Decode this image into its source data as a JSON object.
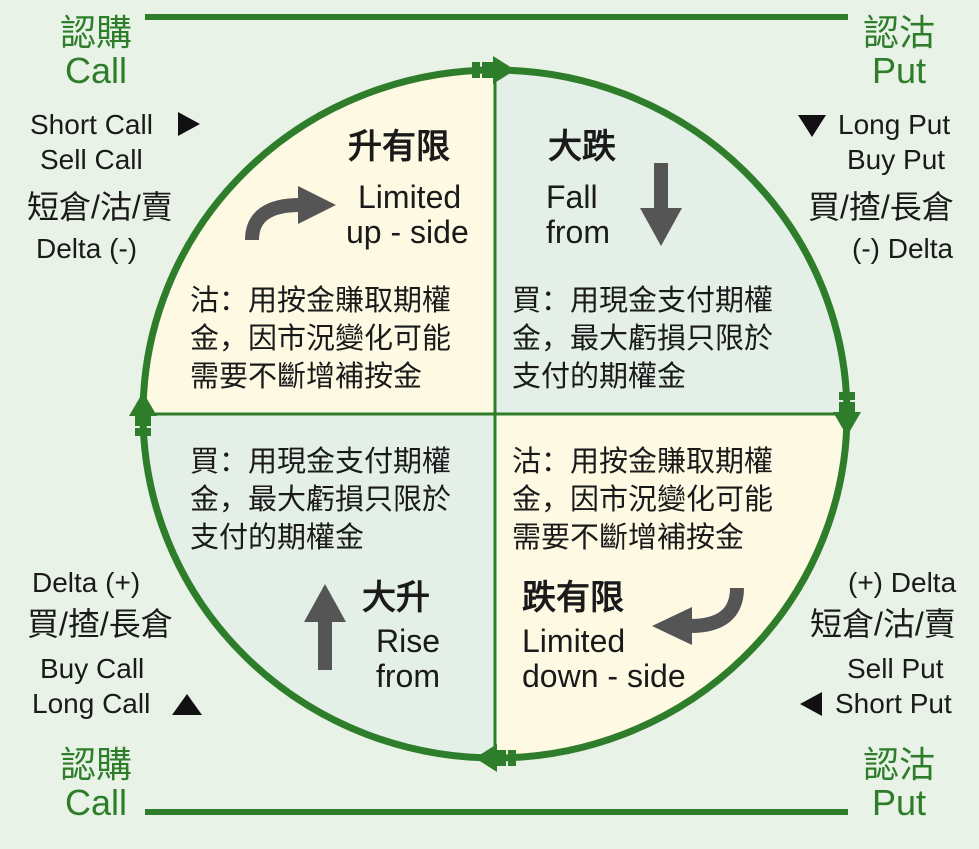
{
  "colors": {
    "background": "#e8f2e6",
    "ring": "#2e7d2a",
    "quadrant_yellow": "#fdf9e3",
    "quadrant_green": "#e4efe7",
    "arrow_grey": "#555555",
    "label_green": "#2e7d2a"
  },
  "corners": {
    "top_left": {
      "line1": "認購",
      "line2": "Call"
    },
    "top_right": {
      "line1": "認沽",
      "line2": "Put"
    },
    "bottom_left": {
      "line1": "認購",
      "line2": "Call"
    },
    "bottom_right": {
      "line1": "認沽",
      "line2": "Put"
    }
  },
  "sides": {
    "upper_left": {
      "line1": "Short Call",
      "line2": "Sell Call",
      "line3": "短倉/沽/賣",
      "line4": "Delta (-)",
      "marker": "triangle-right-icon"
    },
    "upper_right": {
      "line1": "Long Put",
      "line2": "Buy Put",
      "line3": "買/揸/長倉",
      "line4": "(-) Delta",
      "marker": "triangle-down-icon"
    },
    "lower_left": {
      "line1": "Delta (+)",
      "line2": "買/揸/長倉",
      "line3": "Buy Call",
      "line4": "Long Call",
      "marker": "triangle-up-icon"
    },
    "lower_right": {
      "line1": "(+) Delta",
      "line2": "短倉/沽/賣",
      "line3": "Sell Put",
      "line4": "Short Put",
      "marker": "triangle-left-icon"
    }
  },
  "quadrants": {
    "top_left": {
      "title": "升有限",
      "sub1": "Limited",
      "sub2": "up - side",
      "arrow": "curved-arrow-right-icon",
      "desc": [
        "沽：用按金賺取期權",
        "金，因市況變化可能",
        "需要不斷增補按金"
      ]
    },
    "top_right": {
      "title": "大跌",
      "sub1": "Fall",
      "sub2": "from",
      "arrow": "arrow-down-icon",
      "desc": [
        "買：用現金支付期權",
        "金，最大虧損只限於",
        "支付的期權金"
      ]
    },
    "bottom_left": {
      "title": "大升",
      "sub1": "Rise",
      "sub2": "from",
      "arrow": "arrow-up-icon",
      "desc": [
        "買：用現金支付期權",
        "金，最大虧損只限於",
        "支付的期權金"
      ]
    },
    "bottom_right": {
      "title": "跌有限",
      "sub1": "Limited",
      "sub2": "down - side",
      "arrow": "curved-arrow-left-icon",
      "desc": [
        "沽：用按金賺取期權",
        "金，因市況變化可能",
        "需要不斷增補按金"
      ]
    }
  }
}
